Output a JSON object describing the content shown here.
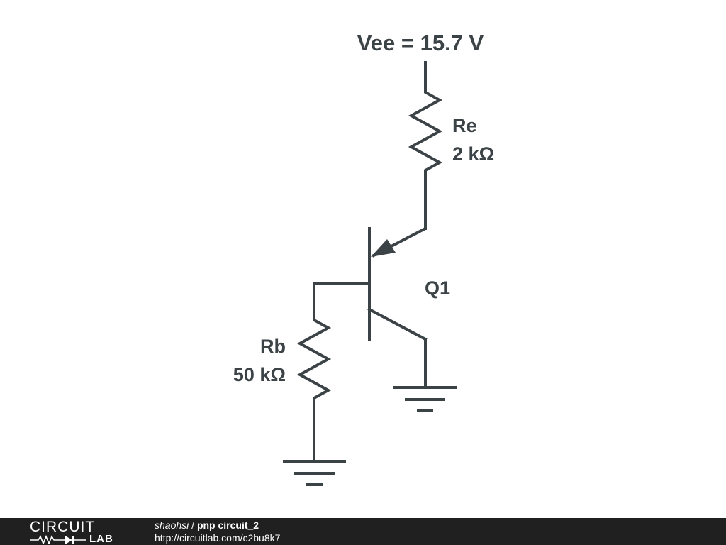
{
  "schematic": {
    "supply_label": "Vee = 15.7 V",
    "re_name": "Re",
    "re_value": "2 kΩ",
    "rb_name": "Rb",
    "rb_value": "50 kΩ",
    "transistor_name": "Q1"
  },
  "footer": {
    "logo_top": "CIRCUIT",
    "logo_bottom": "LAB",
    "author": "shaohsi",
    "separator": " / ",
    "title": "pnp circuit_2",
    "url": "http://circuitlab.com/c2bu8k7"
  },
  "colors": {
    "wire": "#3c4347",
    "footer_bg": "#202020",
    "footer_text": "#ffffff"
  }
}
